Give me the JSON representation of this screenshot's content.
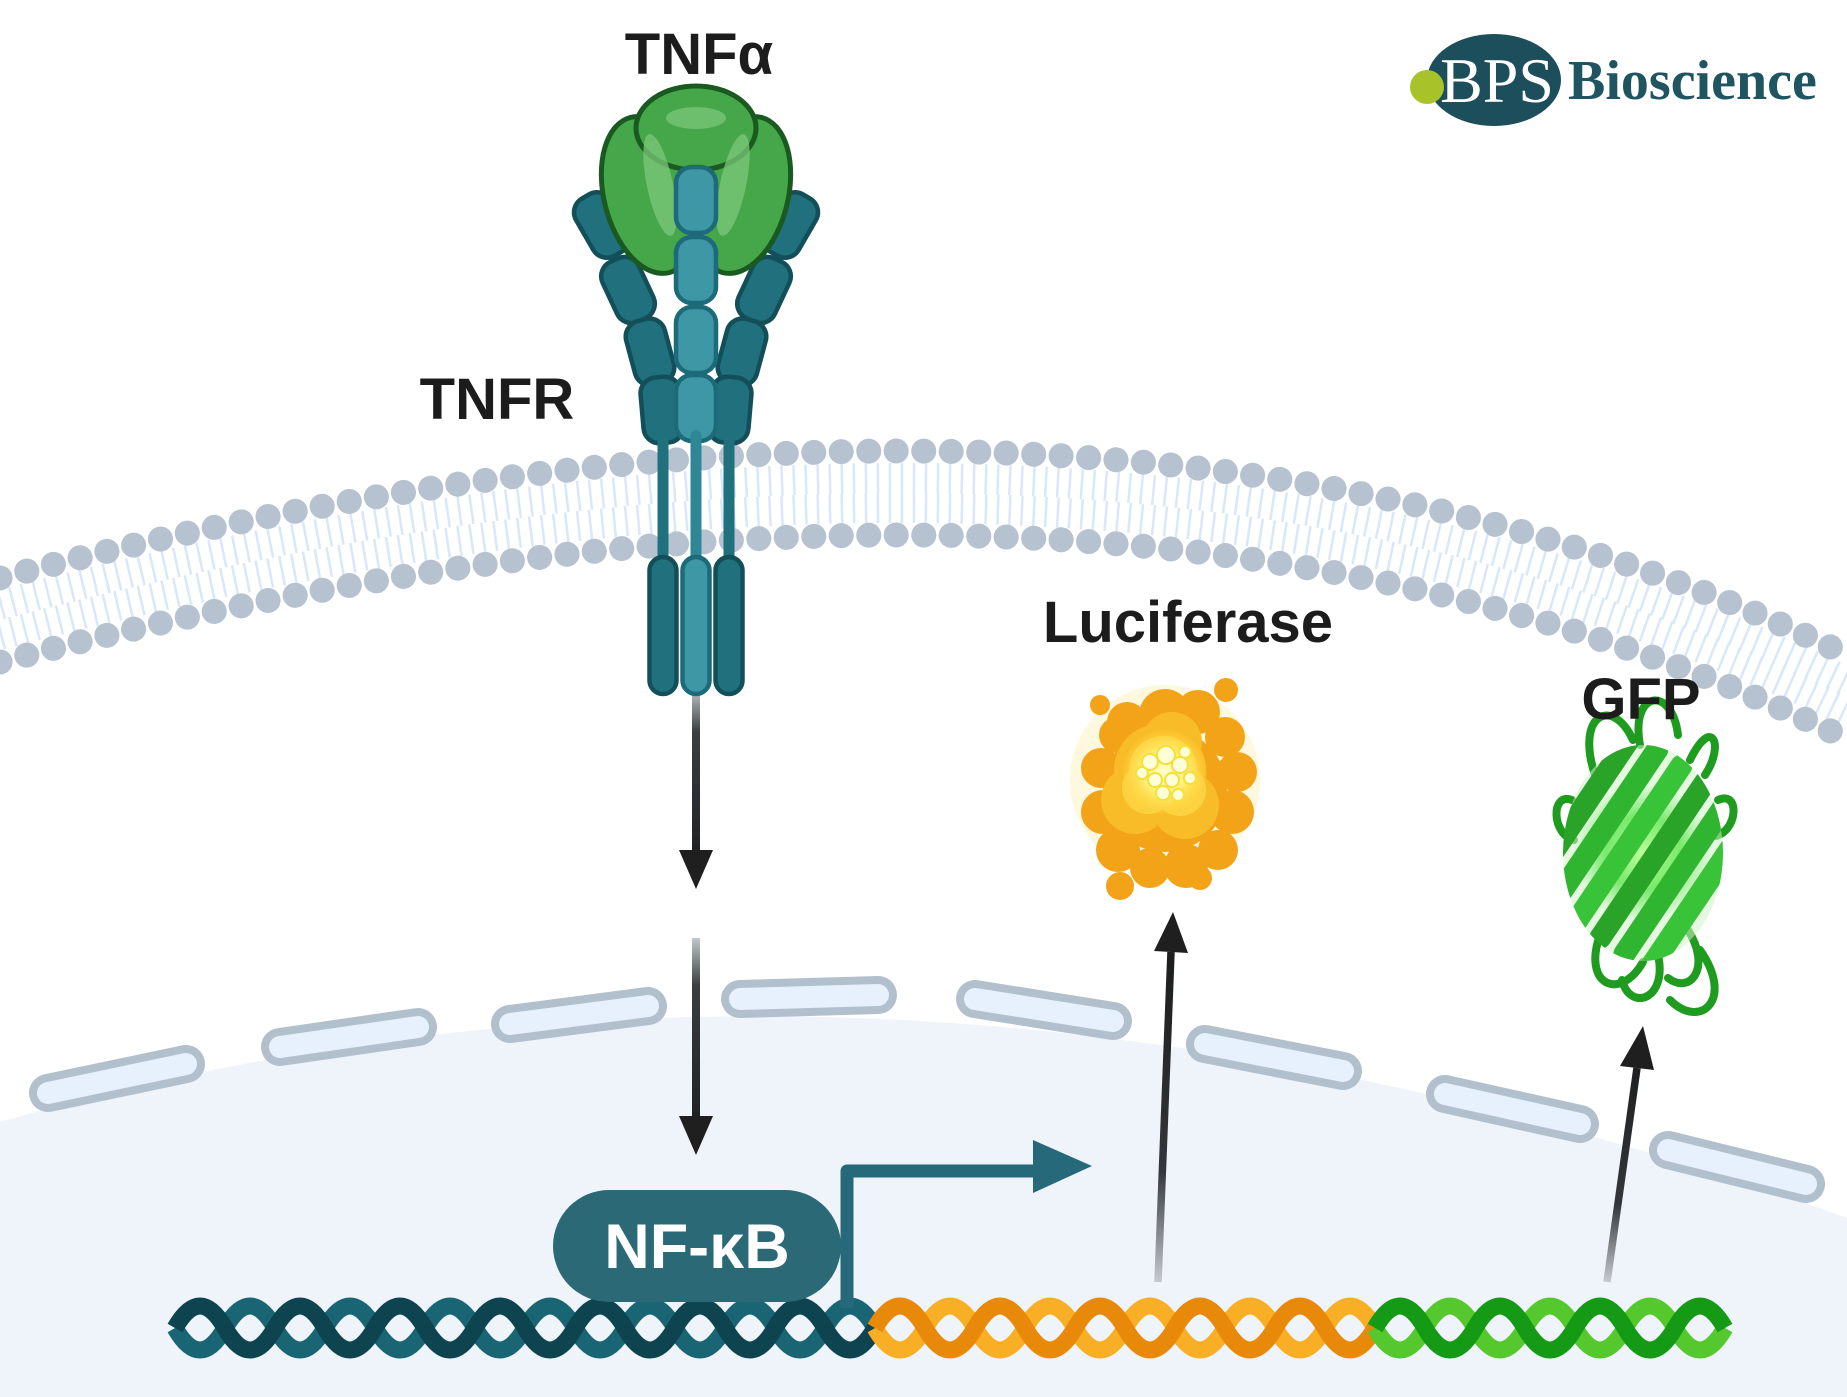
{
  "diagram": {
    "labels": {
      "ligand": "TNFα",
      "receptor": "TNFR",
      "reporter_luciferase": "Luciferase",
      "reporter_gfp": "GFP",
      "transcription_factor": "NF-κB"
    },
    "logo": {
      "acronym": "BPS",
      "company": "Bioscience"
    },
    "icons": {
      "ligand": "tnf-trimer-icon",
      "receptor": "tnfr-chains-icon",
      "membrane": "lipid-bilayer-icon",
      "nucleus": "nuclear-envelope-icon",
      "dna": "dna-double-helix-icon",
      "luciferase": "luciferase-enzyme-icon",
      "gfp": "gfp-barrel-icon",
      "logo_mark": "bps-ellipse-icon"
    },
    "colors": {
      "label_text": "#1C1C1C",
      "nfkb_box": "#2B6977",
      "nfkb_text": "#FFFFFF",
      "arrow_teal": "#26697A",
      "arrow_black": "#1F1F1F",
      "receptor_dark": "#20707E",
      "receptor_light": "#3D97A5",
      "ligand_green": "#45A74A",
      "membrane_dot": "#B7C2D0",
      "membrane_tail": "#D9E8F8",
      "nucleus_fill": "#EFF4FB",
      "envelope_capsule_fill": "#E7F1FD",
      "envelope_capsule_stroke": "#B2BFCD",
      "dna_teal_dark": "#0E4450",
      "dna_teal_light": "#1A6574",
      "dna_orange_dark": "#E8890A",
      "dna_orange_light": "#F9AF25",
      "dna_green_dark": "#149A14",
      "dna_green_light": "#55C82D",
      "luciferase_orange": "#F3A317",
      "luciferase_glow": "#FFE84A",
      "gfp_green": "#2FB52F",
      "logo_teal": "#1D4E5B",
      "logo_lime": "#A8C32A"
    }
  }
}
